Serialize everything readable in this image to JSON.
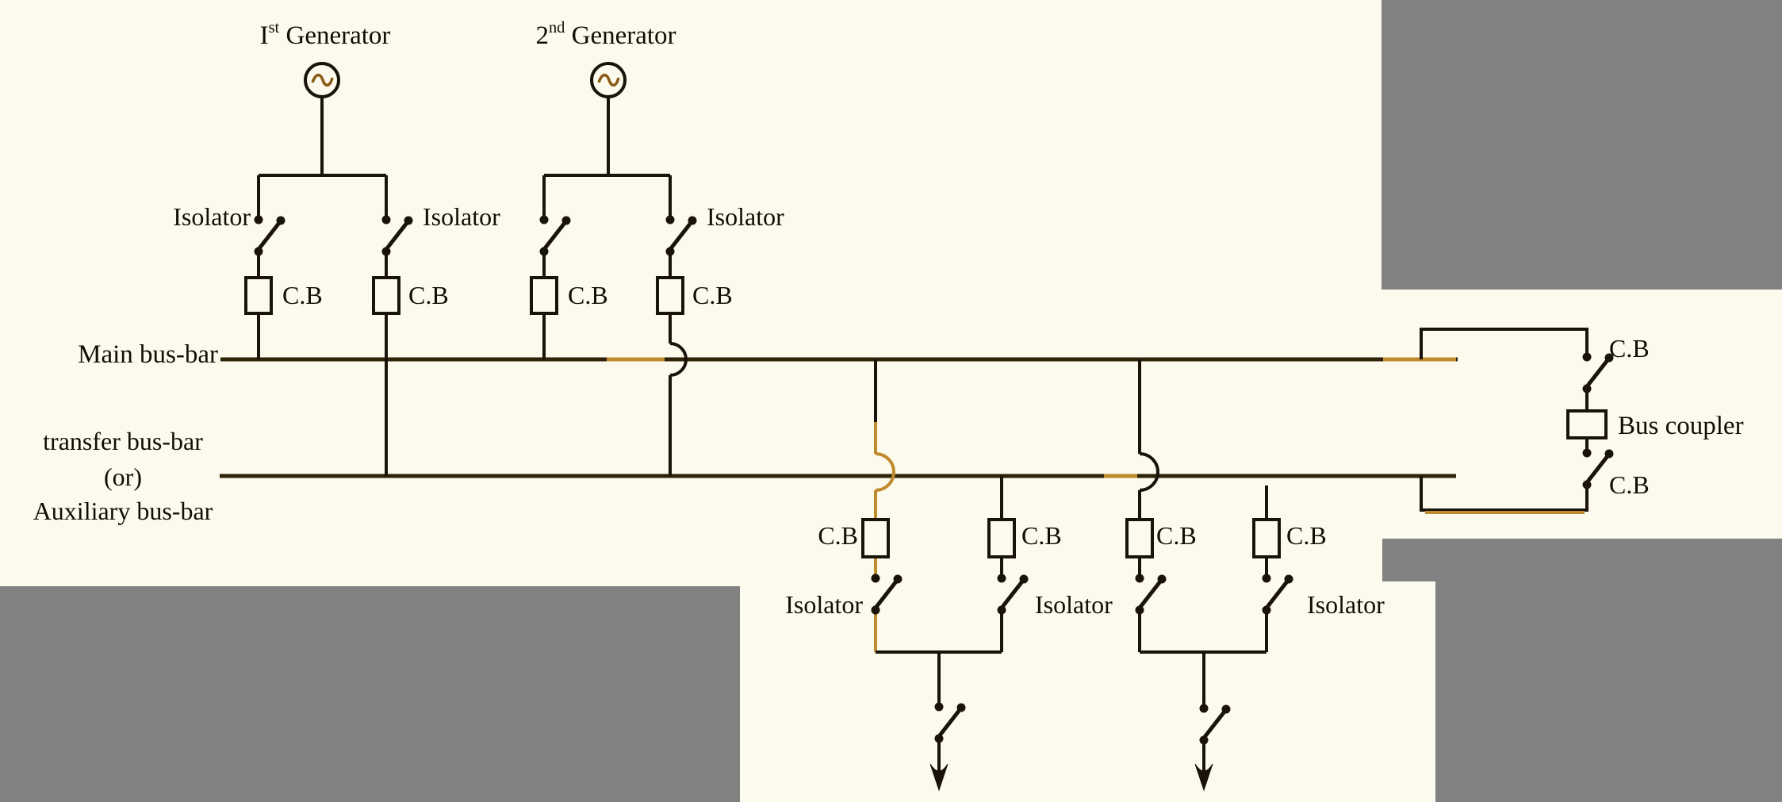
{
  "colors": {
    "background": "#fcfaec",
    "mask_gray": "#818181",
    "wire_black": "#1a130a",
    "bus_brown": "#2e2209",
    "highlight_tan": "#c08a2e",
    "generator_tilde": "#8a5a16",
    "text": "#120d06"
  },
  "generators": {
    "g1": {
      "base": "I",
      "sup": "st",
      "rest": " Generator"
    },
    "g2": {
      "base": "2",
      "sup": "nd",
      "rest": " Generator"
    }
  },
  "bus_labels": {
    "main": "Main bus-bar",
    "transfer_line1": "transfer bus-bar",
    "transfer_line2": "(or)",
    "transfer_line3": "Auxiliary bus-bar"
  },
  "component_labels": {
    "isolator": "Isolator",
    "circuit_breaker": "C.B",
    "bus_coupler": "Bus coupler"
  }
}
